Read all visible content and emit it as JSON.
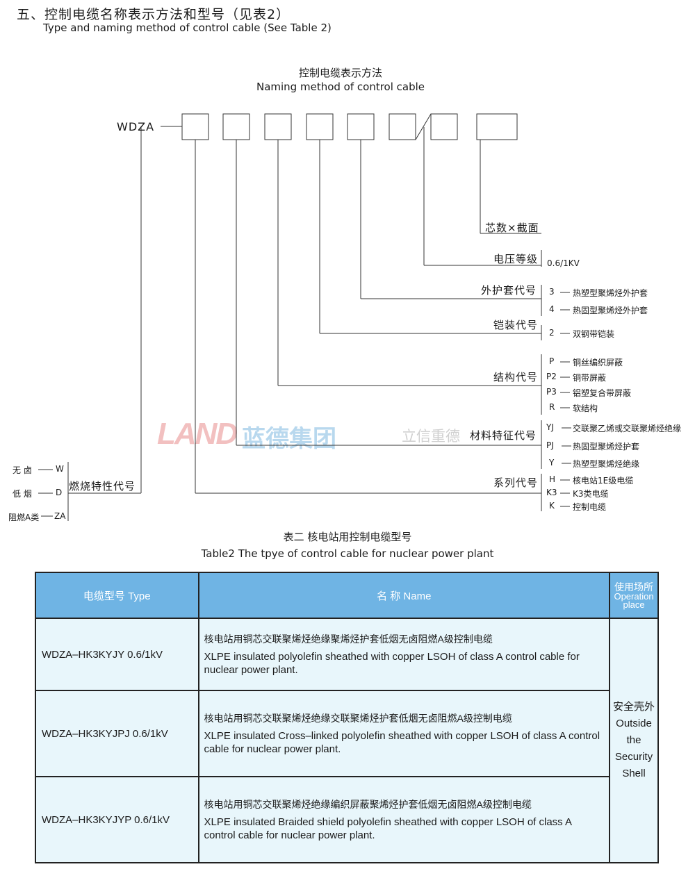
{
  "header": {
    "title_cn": "五、控制电缆名称表示方法和型号（见表2）",
    "title_en": "Type and naming method of control cable (See Table 2)"
  },
  "diagram": {
    "title_cn": "控制电缆表示方法",
    "title_en": "Naming method of control  cable",
    "prefix": "WDZA",
    "slash": "/",
    "labels": {
      "core_section": "芯数×截面",
      "voltage": "电压等级",
      "sheath": "外护套代号",
      "armor": "铠装代号",
      "structure": "结构代号",
      "material": "材料特征代号",
      "series": "系列代号",
      "burning": "燃烧特性代号"
    },
    "voltage_value": "0.6/1KV",
    "sheath_codes": [
      {
        "code": "3",
        "desc": "热塑型聚烯烃外护套"
      },
      {
        "code": "4",
        "desc": "热固型聚烯烃外护套"
      }
    ],
    "armor_codes": [
      {
        "code": "2",
        "desc": "双钢带铠装"
      }
    ],
    "structure_codes": [
      {
        "code": "P",
        "desc": "铜丝编织屏蔽"
      },
      {
        "code": "P2",
        "desc": "铜带屏蔽"
      },
      {
        "code": "P3",
        "desc": "铝塑复合带屏蔽"
      },
      {
        "code": "R",
        "desc": "软结构"
      }
    ],
    "material_codes": [
      {
        "code": "YJ",
        "desc": "交联聚乙烯或交联聚烯烃绝缘"
      },
      {
        "code": "PJ",
        "desc": "热固型聚烯烃护套"
      },
      {
        "code": "Y",
        "desc": "热塑型聚烯烃绝缘"
      }
    ],
    "series_codes": [
      {
        "code": "H",
        "desc": "核电站1E级电缆"
      },
      {
        "code": "K3",
        "desc": "K3类电缆"
      },
      {
        "code": "K",
        "desc": "控制电缆"
      }
    ],
    "burning_codes": [
      {
        "desc": "无 卤",
        "code": "W"
      },
      {
        "desc": "低 烟",
        "code": "D"
      },
      {
        "desc": "阻燃A类",
        "code": "ZA"
      }
    ]
  },
  "watermark": {
    "logo": "LAND",
    "brand": "蓝德集团",
    "slogan": "立信重德"
  },
  "table": {
    "title_cn": "表二 核电站用控制电缆型号",
    "title_en": "Table2 The  tpye of control cable for nuclear power plant",
    "headers": {
      "type": "电缆型号  Type",
      "name": "名       称 Name",
      "place_cn": "使用场所",
      "place_en_1": "Operation",
      "place_en_2": "place"
    },
    "rows": [
      {
        "type": "WDZA–HK3KYJY    0.6/1kV",
        "name_cn": "核电站用铜芯交联聚烯烃绝缘聚烯烃护套低烟无卤阻燃A级控制电缆",
        "name_en": "XLPE insulated polyolefin sheathed with copper LSOH of class A control cable for nuclear power plant."
      },
      {
        "type": "WDZA–HK3KYJPJ  0.6/1kV",
        "name_cn": "核电站用铜芯交联聚烯烃绝缘交联聚烯烃护套低烟无卤阻燃A级控制电缆",
        "name_en": "XLPE insulated Cross–linked polyolefin sheathed with copper LSOH of class A control cable for nuclear power plant."
      },
      {
        "type": "WDZA–HK3KYJYP  0.6/1kV",
        "name_cn": "核电站用铜芯交联聚烯烃绝缘编织屏蔽聚烯烃护套低烟无卤阻燃A级控制电缆",
        "name_en": "XLPE insulated Braided shield  polyolefin sheathed with copper LSOH of class A control cable for nuclear power plant."
      }
    ],
    "place_lines": [
      "安全壳外",
      "Outside",
      "the",
      "Security",
      "Shell"
    ]
  }
}
